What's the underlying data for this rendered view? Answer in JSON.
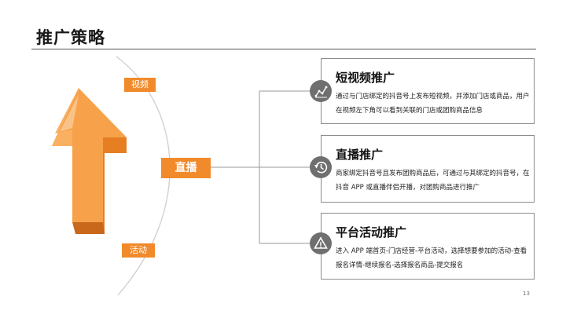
{
  "slide": {
    "title": "推广策略",
    "page_number": "13"
  },
  "left": {
    "tag_top": "视频",
    "tag_center": "直播",
    "tag_bottom": "活动"
  },
  "cards": [
    {
      "title": "短视频推广",
      "icon": "chart-icon",
      "desc": "通过与门店绑定的抖音号上发布短视频，并添加门店或商品，用户在视频左下角可以看到关联的门店或团购商品信息"
    },
    {
      "title": "直播推广",
      "icon": "history-clock-icon",
      "desc": "商家绑定抖音号且发布团购商品后，可通过与其绑定的抖音号，在抖音 APP 或直播伴侣开播，对团购商品进行推广"
    },
    {
      "title": "平台活动推广",
      "icon": "triangle-recycle-icon",
      "desc": "进入 APP 端首页-门店经营-平台活动，选择想要参加的活动-查看报名详情-继续报名-选择报名商品-提交报名"
    }
  ],
  "colors": {
    "accent": "#f08a2a",
    "arrow_light": "#f7a24b",
    "arrow_dark": "#d9731c",
    "icon_gray": "#6f6f6f",
    "card_border": "#8c8c8c"
  }
}
